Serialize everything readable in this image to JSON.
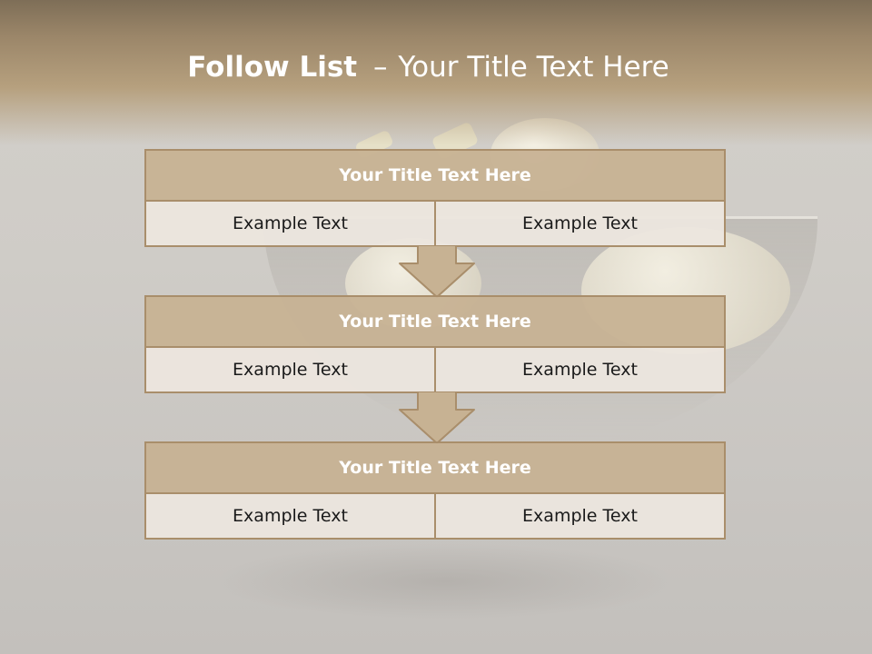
{
  "slide": {
    "title_bold": "Follow List",
    "title_separator": "–",
    "title_rest": "Your Title Text Here",
    "accent_color": "#b6a07e",
    "border_color": "#a98e6b",
    "background_image": "bowl-of-ice-cream",
    "steps": [
      {
        "title": "Your Title Text Here",
        "left": "Example Text",
        "right": "Example Text"
      },
      {
        "title": "Your Title Text Here",
        "left": "Example Text",
        "right": "Example Text"
      },
      {
        "title": "Your Title Text Here",
        "left": "Example Text",
        "right": "Example Text"
      }
    ]
  }
}
